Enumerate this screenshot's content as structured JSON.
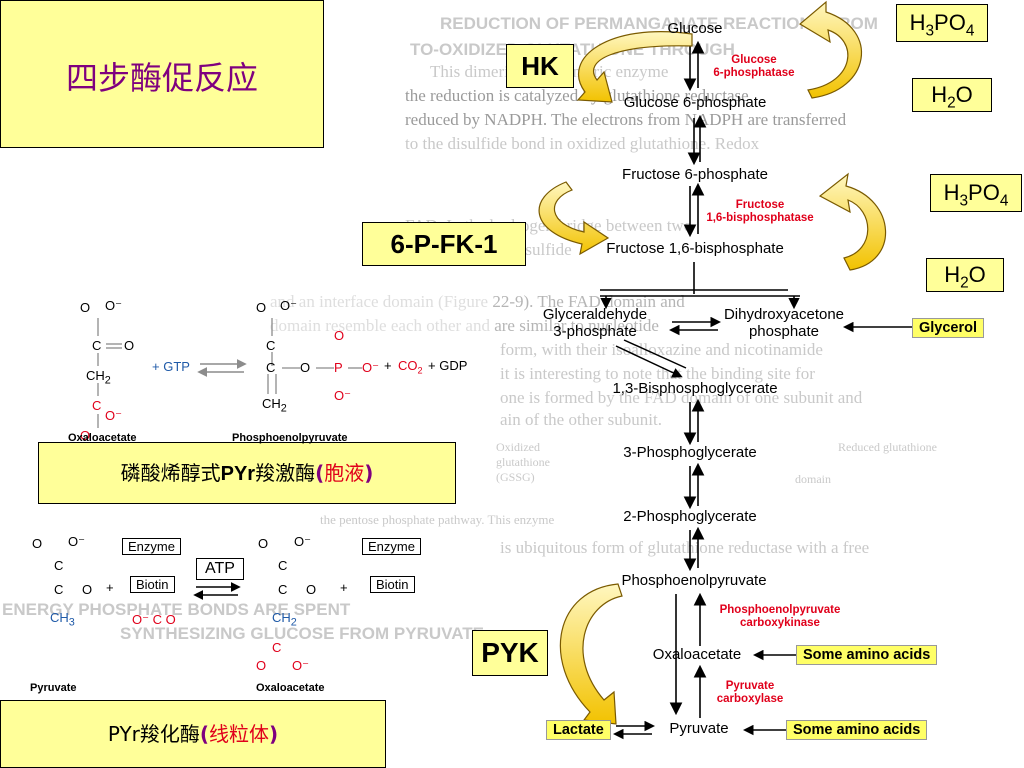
{
  "title": "四步酶促反应",
  "labels": {
    "hk": "HK",
    "pfk": "6-P-FK-1",
    "pyk": "PYK",
    "h3po4_1": "H3PO4",
    "h2o_1": "H2O",
    "h3po4_2": "H3PO4",
    "h2o_2": "H2O"
  },
  "pepck_label": {
    "prefix": "磷酸烯醇式",
    "bold": "PYr",
    "mid": "羧激酶",
    "paren_open": "(",
    "paren_content": "胞液",
    "paren_close": ")"
  },
  "pc_label": {
    "prefix": "PYr羧化酶",
    "paren_open": "(",
    "paren_content": "线粒体",
    "paren_close": ")"
  },
  "pathway": {
    "glucose": "Glucose",
    "g6p": "Glucose 6-phosphate",
    "f6p": "Fructose 6-phosphate",
    "f16bp": "Fructose 1,6-bisphosphate",
    "gap": [
      "Glyceraldehyde",
      "3-phosphate"
    ],
    "dhap": [
      "Dihydroxyacetone",
      "phosphate"
    ],
    "glycerol": "Glycerol",
    "bpg": "1,3-Bisphosphoglycerate",
    "pg3": "3-Phosphoglycerate",
    "pg2": "2-Phosphoglycerate",
    "pep": "Phosphoenolpyruvate",
    "oaa": "Oxaloacetate",
    "some_aa_1": "Some amino acids",
    "pyruvate": "Pyruvate",
    "lactate": "Lactate",
    "some_aa_2": "Some amino acids"
  },
  "enzymes": {
    "g6pase": [
      "Glucose",
      "6-phosphatase"
    ],
    "fbpase": [
      "Fructose",
      "1,6-bisphosphatase"
    ],
    "pepck": [
      "Phosphoenolpyruvate",
      "carboxykinase"
    ],
    "pc": [
      "Pyruvate",
      "carboxylase"
    ]
  },
  "reaction1": {
    "oxaloacetate": "Oxaloacetate",
    "gtp": "+ GTP",
    "pep": "Phosphoenolpyruvate",
    "co2_plus": "+",
    "co2": "CO2",
    "gdp": "+ GDP"
  },
  "reaction2": {
    "enzyme": "Enzyme",
    "biotin": "Biotin",
    "atp": "ATP",
    "pyruvate": "Pyruvate",
    "oxaloacetate": "Oxaloacetate",
    "plus": "+"
  },
  "background": [
    "REDUCTION OF PERMANGANATE REACTIONS FROM",
    "TO-OXIDIZED GLUTATHIONE THROUGH",
    "This dimeric homodimeric enzyme",
    "the reduction is catalyzed by glutathione reductase",
    "reduced by NADPH. The electrons from NADPH are transferred",
    "to the disulfide bond in oxidized glutathione. Redox",
    "FAD. In the hydrogen bridge between two",
    "transferred to a disulfide",
    "and an interface domain (Figure 22-9). The FAD domain and",
    "domain resemble each other and are similar to nucleotide",
    "form, with their isoalloxazine and nicotinamide",
    "it is interesting to note that the binding site for",
    "one is formed by the FAD domain of one subunit and",
    "ain of the other subunit.",
    "ENERGY PHOSPHATE BONDS ARE SPENT",
    "SYNTHESIZING GLUCOSE FROM PYRUVATE",
    "is ubiquitous form of glutathione reductase with a free",
    "the pentose phosphate pathway. This enzyme",
    "Oxidized glutathione (GSSG)",
    "Reduced glutathione",
    "domain"
  ]
}
